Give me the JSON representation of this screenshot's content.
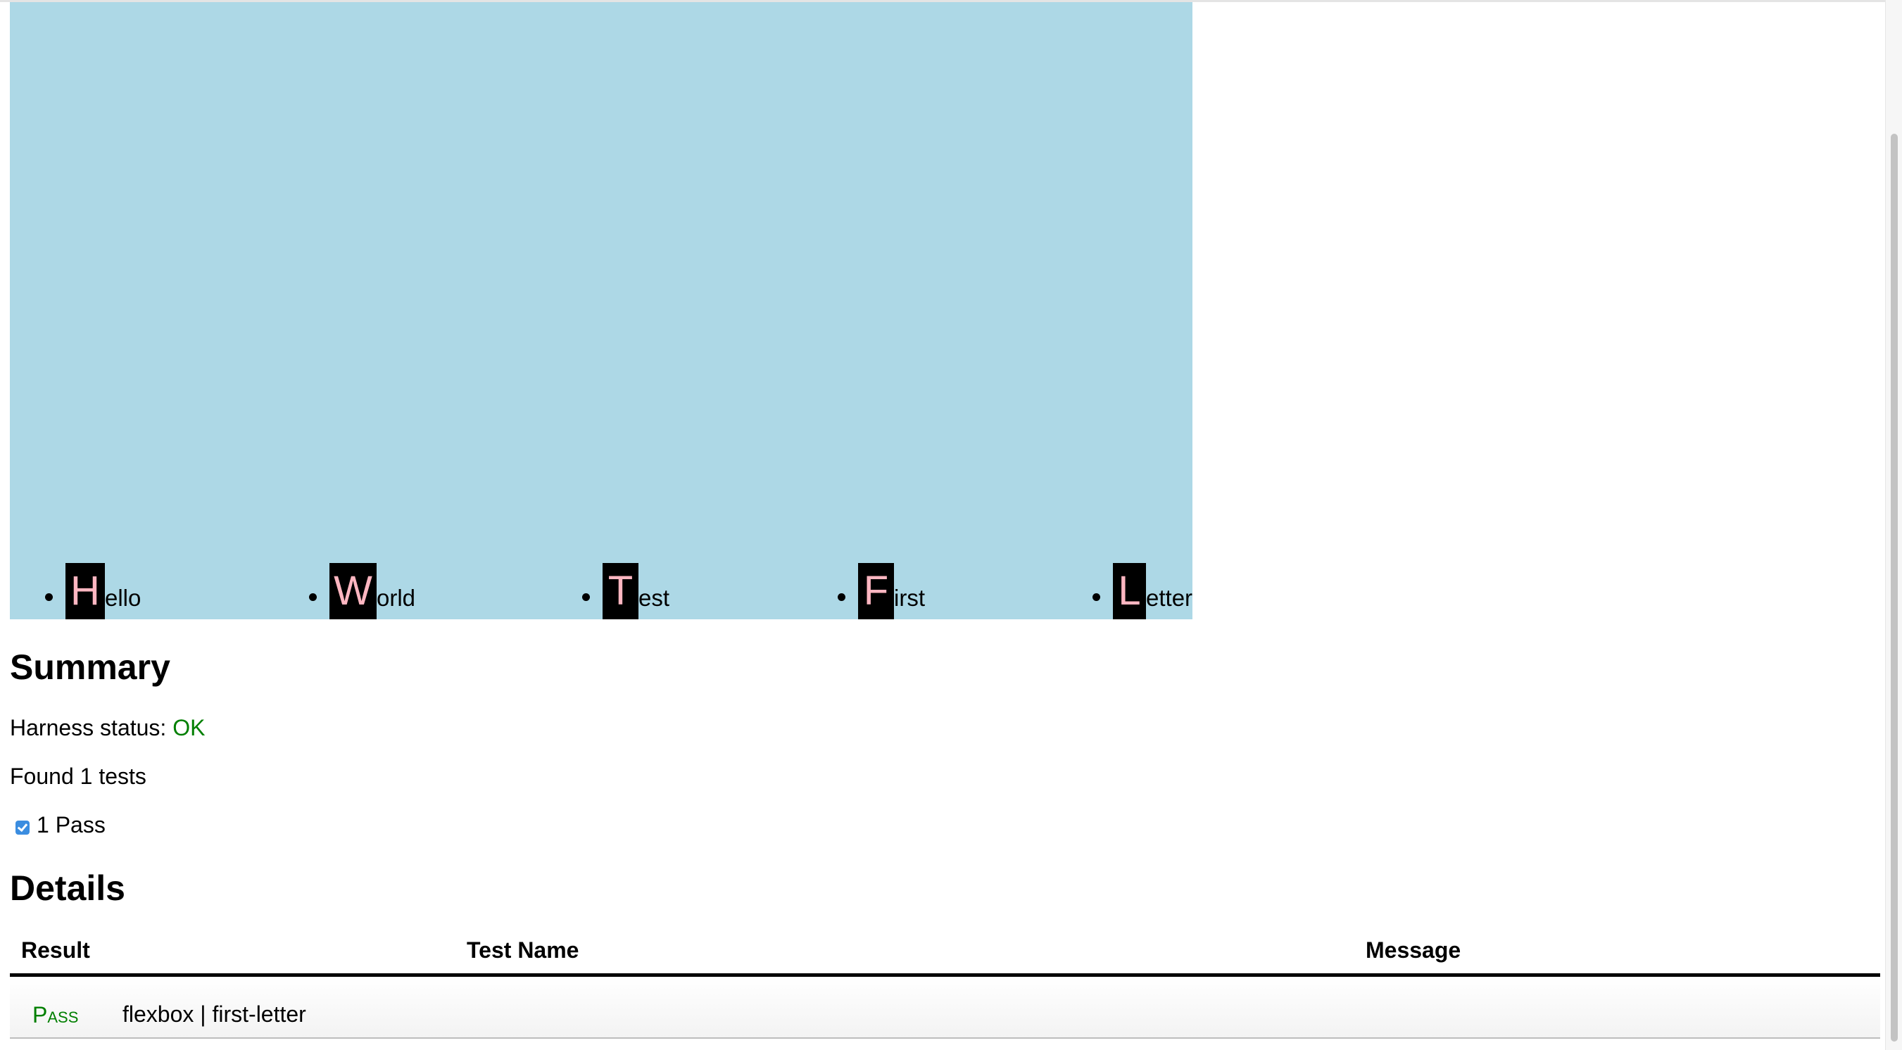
{
  "flex_items": [
    {
      "first": "H",
      "rest": "ello"
    },
    {
      "first": "W",
      "rest": "orld"
    },
    {
      "first": "T",
      "rest": "est"
    },
    {
      "first": "F",
      "rest": "irst"
    },
    {
      "first": "L",
      "rest": "etter"
    }
  ],
  "summary": {
    "heading": "Summary",
    "harness_label": "Harness status: ",
    "harness_value": "OK",
    "found": "Found 1 tests",
    "pass_count": "1 Pass"
  },
  "details": {
    "heading": "Details",
    "columns": [
      "Result",
      "Test Name",
      "Message"
    ],
    "rows": [
      {
        "result": "Pass",
        "name": "flexbox | first-letter",
        "message": ""
      }
    ]
  },
  "colors": {
    "flex_background": "#add8e6",
    "first_letter_background": "#000000",
    "first_letter_text": "#ffb6c1",
    "ok_green": "#007f00",
    "checkbox_blue": "#3b8de0"
  }
}
